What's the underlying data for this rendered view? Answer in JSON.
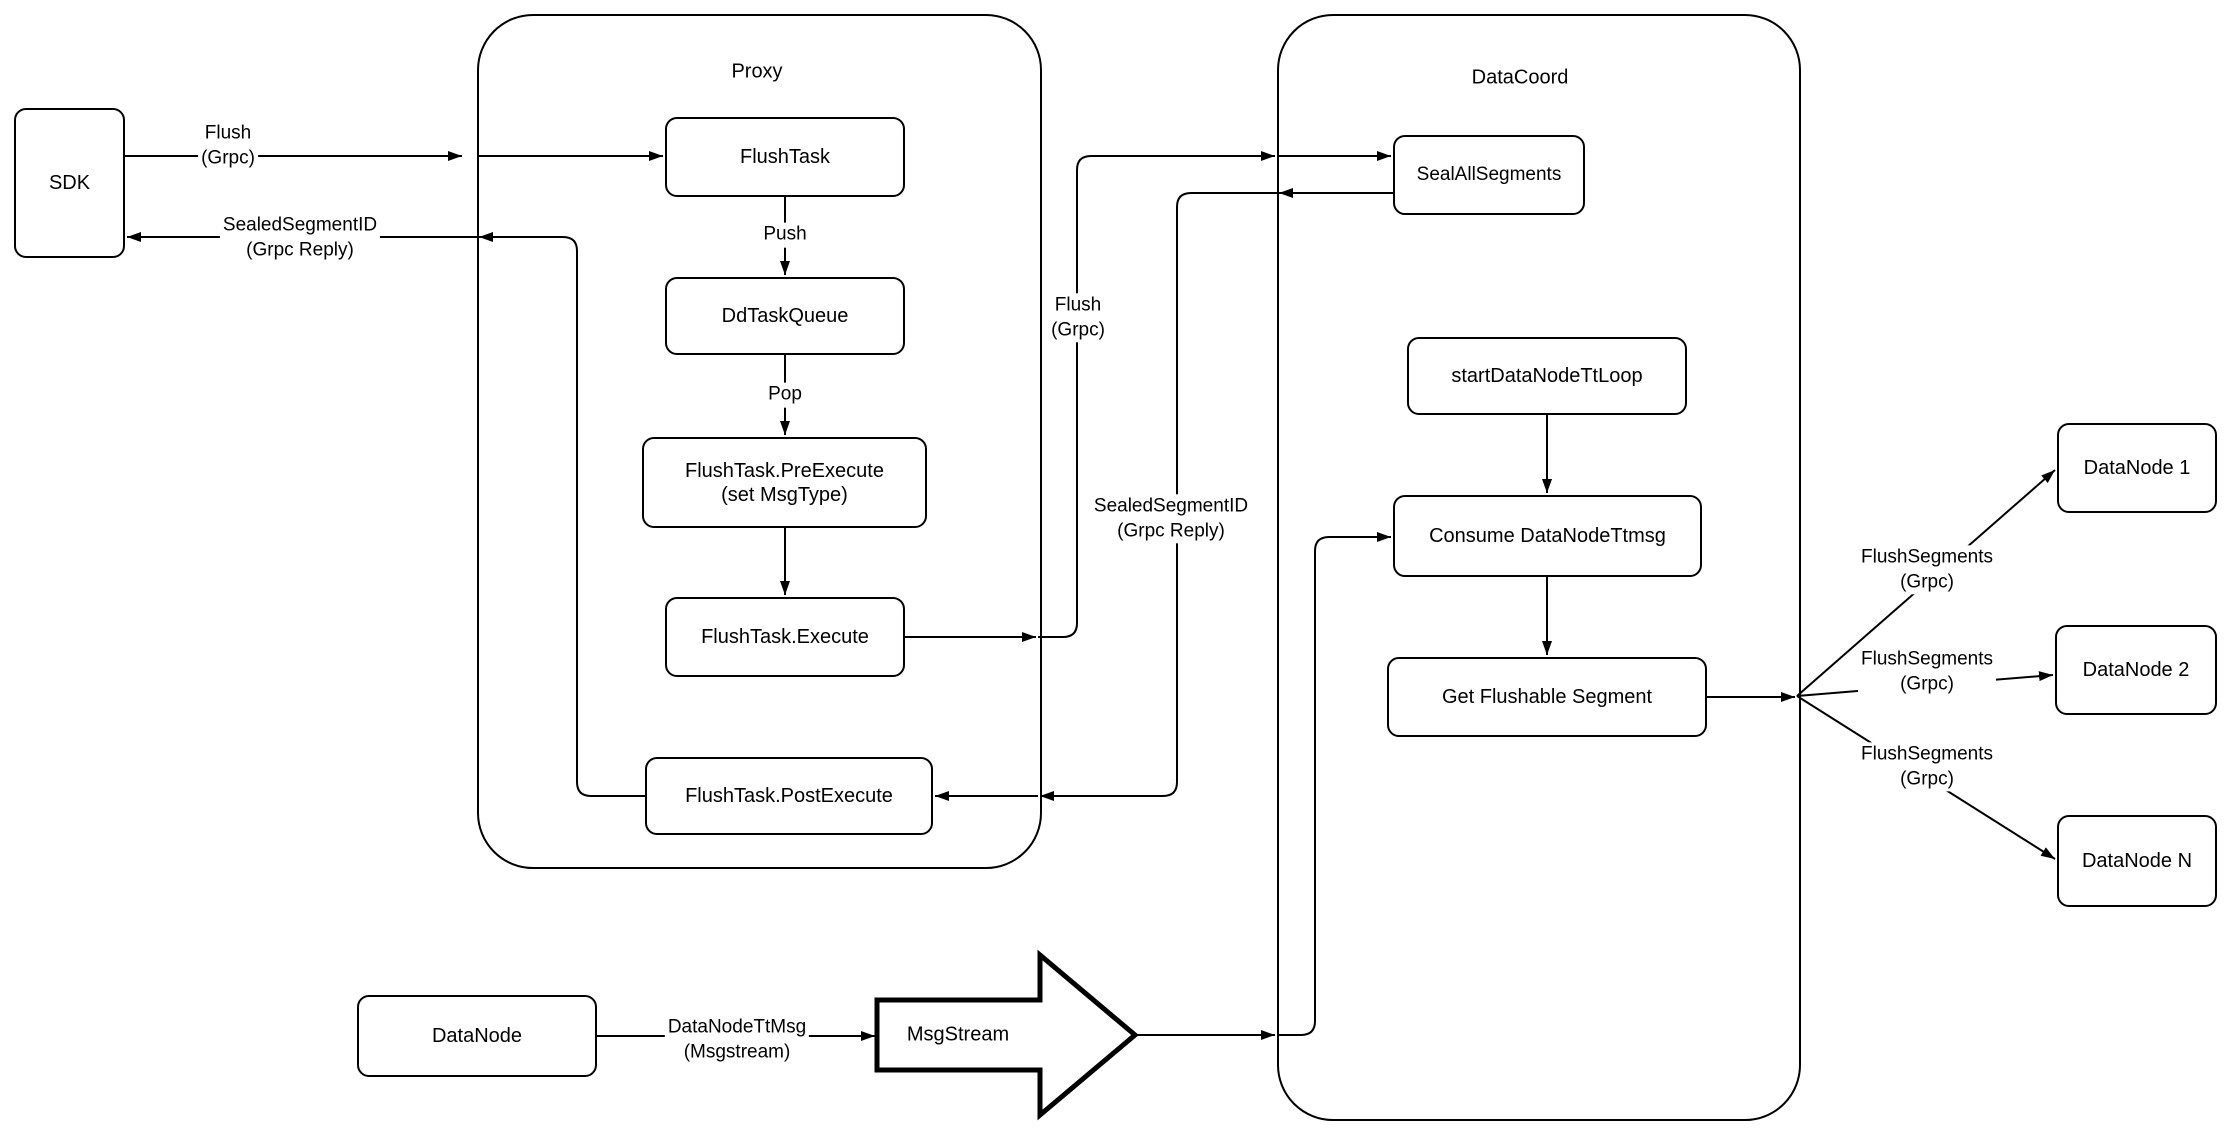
{
  "diagram": {
    "colors": {
      "stroke": "#000000",
      "background": "#ffffff"
    },
    "containers": {
      "proxy": {
        "label": "Proxy"
      },
      "datacoord": {
        "label": "DataCoord"
      }
    },
    "nodes": {
      "sdk": "SDK",
      "flush_task": "FlushTask",
      "dd_task_queue": "DdTaskQueue",
      "pre_execute_line1": "FlushTask.PreExecute",
      "pre_execute_line2": "(set MsgType)",
      "execute": "FlushTask.Execute",
      "post_execute": "FlushTask.PostExecute",
      "seal_all_segments": "SealAllSegments",
      "start_datanode_tt_loop": "startDataNodeTtLoop",
      "consume_datanode_ttmsg": "Consume DataNodeTtmsg",
      "get_flushable_segment": "Get Flushable Segment",
      "datanode_1": "DataNode 1",
      "datanode_2": "DataNode 2",
      "datanode_n": "DataNode N",
      "datanode_source": "DataNode",
      "msgstream": "MsgStream"
    },
    "edge_labels": {
      "flush_sdk": {
        "line1": "Flush",
        "line2": "(Grpc)"
      },
      "sealed_sdk": {
        "line1": "SealedSegmentID",
        "line2": "(Grpc Reply)"
      },
      "push": "Push",
      "pop": "Pop",
      "flush_mid": {
        "line1": "Flush",
        "line2": "(Grpc)"
      },
      "sealed_mid": {
        "line1": "SealedSegmentID",
        "line2": "(Grpc Reply)"
      },
      "flush_segments_1": {
        "line1": "FlushSegments",
        "line2": "(Grpc)"
      },
      "flush_segments_2": {
        "line1": "FlushSegments",
        "line2": "(Grpc)"
      },
      "flush_segments_3": {
        "line1": "FlushSegments",
        "line2": "(Grpc)"
      },
      "datanode_ttmsg": {
        "line1": "DataNodeTtMsg",
        "line2": "(Msgstream)"
      }
    }
  }
}
